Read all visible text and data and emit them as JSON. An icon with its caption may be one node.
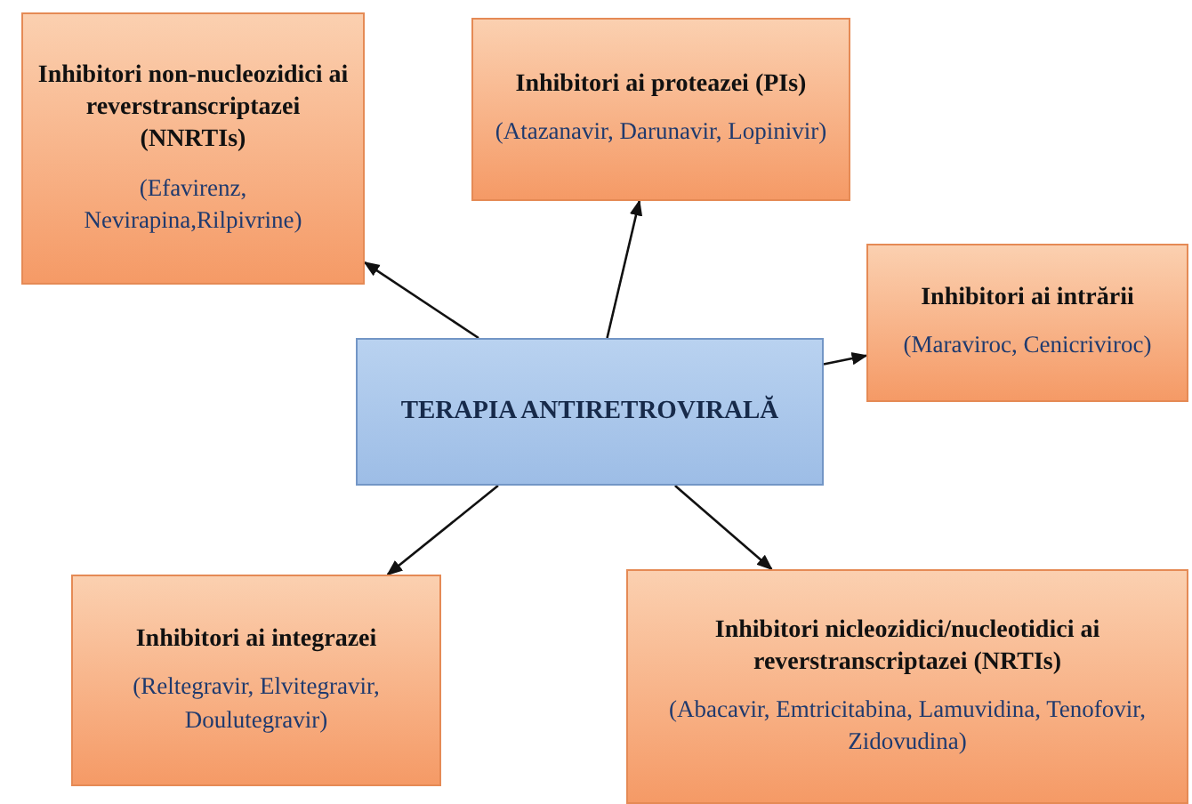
{
  "diagram": {
    "nodes": [
      {
        "text": [
          "TERAPIA ANTIRETROVIRALĂ"
        ]
      },
      {
        "text": [
          "Inhibitori non-nucleozidici ai reverstranscriptazei (NNRTIs)",
          "(Efavirenz, Nevirapina,Rilpivrine)"
        ]
      },
      {
        "text": [
          "Inhibitori ai proteazei (PIs)",
          "(Atazanavir, Darunavir, Lopinivir)"
        ]
      },
      {
        "text": [
          "Inhibitori ai intrării",
          "(Maraviroc, Cenicriviroc)"
        ]
      },
      {
        "text": [
          "Inhibitori ai integrazei",
          "(Reltegravir, Elvitegravir, Doulutegravir)"
        ]
      },
      {
        "text": [
          "Inhibitori nicleozidici/nucleotidici ai reverstranscriptazei (NRTIs)",
          "(Abacavir, Emtricitabina, Lamuvidina, Tenofovir, Zidovudina)"
        ]
      }
    ],
    "edges": [
      {
        "from": 0,
        "to": 1,
        "arrow": "to"
      },
      {
        "from": 0,
        "to": 2,
        "arrow": "to"
      },
      {
        "from": 0,
        "to": 3,
        "arrow": "to"
      },
      {
        "from": 0,
        "to": 4,
        "arrow": "to"
      },
      {
        "from": 0,
        "to": 5,
        "arrow": "to"
      }
    ]
  }
}
